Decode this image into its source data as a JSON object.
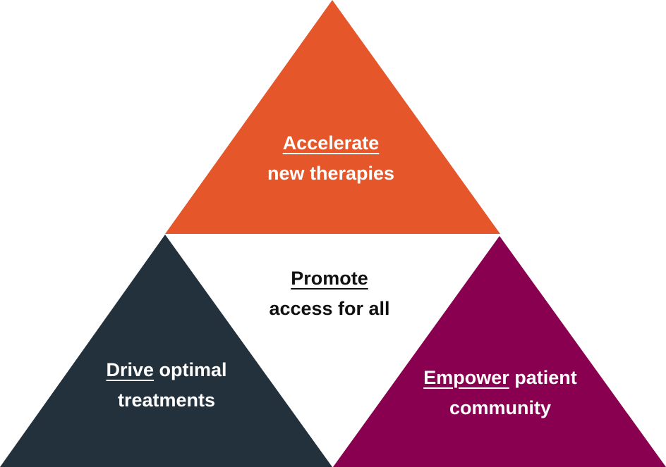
{
  "diagram": {
    "type": "triangle-of-pillars",
    "colors": {
      "top": "#E5572A",
      "bottom_left": "#22313C",
      "bottom_right": "#8A0050",
      "center": "#FFFFFF",
      "light_text": "#FFFFFF",
      "dark_text": "#111111"
    },
    "top": {
      "keyword": "Accelerate",
      "rest_line2": "new therapies"
    },
    "center": {
      "keyword": "Promote",
      "rest_line2": "access for all"
    },
    "bottom_left": {
      "keyword": "Drive",
      "rest_line1": " optimal",
      "rest_line2": "treatments"
    },
    "bottom_right": {
      "keyword": "Empower",
      "rest_line1": " patient",
      "rest_line2": "community"
    }
  }
}
